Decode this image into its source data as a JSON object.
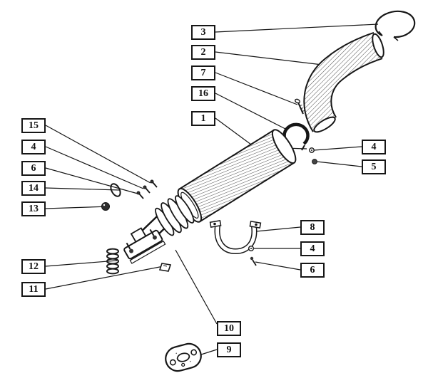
{
  "diagram": {
    "background": "#ffffff",
    "line_color": "#161616"
  },
  "labels": [
    {
      "text": "3"
    },
    {
      "text": "2"
    },
    {
      "text": "7"
    },
    {
      "text": "16"
    },
    {
      "text": "1"
    },
    {
      "text": "4"
    },
    {
      "text": "5"
    },
    {
      "text": "15"
    },
    {
      "text": "4"
    },
    {
      "text": "6"
    },
    {
      "text": "14"
    },
    {
      "text": "13"
    },
    {
      "text": "8"
    },
    {
      "text": "4"
    },
    {
      "text": "6"
    },
    {
      "text": "12"
    },
    {
      "text": "11"
    },
    {
      "text": "10"
    },
    {
      "text": "9"
    }
  ]
}
